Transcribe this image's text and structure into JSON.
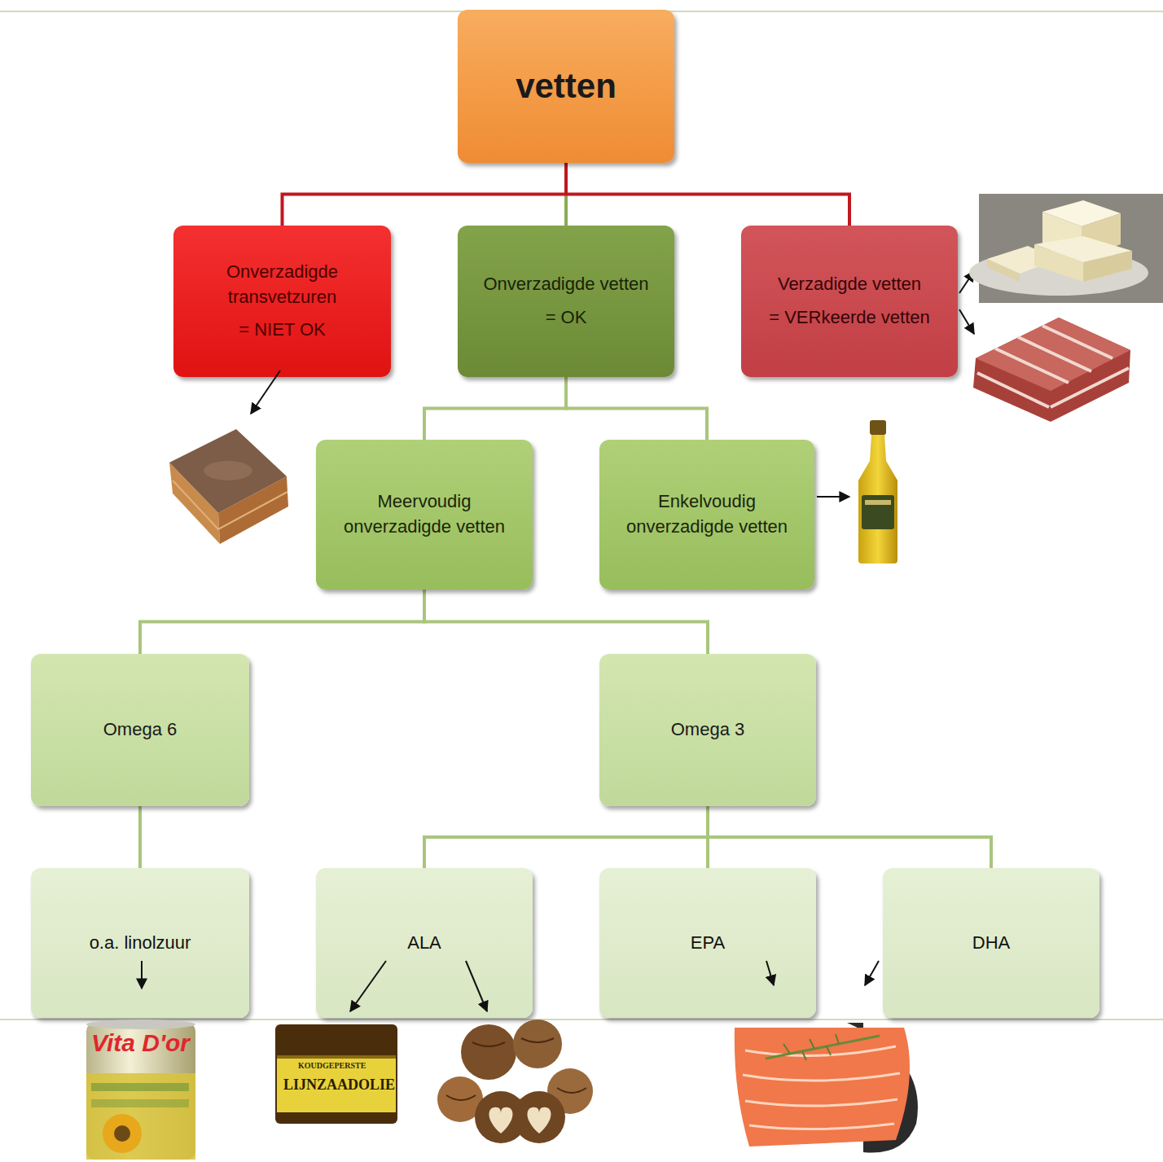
{
  "diagram": {
    "nodes": [
      {
        "text": [
          "vetten"
        ]
      },
      {
        "text": [
          "Onverzadigde transvetzuren",
          "= NIET OK"
        ]
      },
      {
        "text": [
          "Onverzadigde vetten",
          "= OK"
        ]
      },
      {
        "text": [
          "Verzadigde vetten",
          "= VERkeerde vetten"
        ]
      },
      {
        "text": [
          "Meervoudig onverzadigde vetten"
        ]
      },
      {
        "text": [
          "Enkelvoudig onverzadigde vetten"
        ]
      },
      {
        "text": [
          "Omega 6"
        ]
      },
      {
        "text": [
          "Omega 3"
        ]
      },
      {
        "text": [
          "o.a. linolzuur"
        ]
      },
      {
        "text": [
          "ALA"
        ]
      },
      {
        "text": [
          "EPA"
        ]
      },
      {
        "text": [
          "DHA"
        ]
      }
    ],
    "edges": [
      {
        "from": 0,
        "to": 1,
        "arrow": "none"
      },
      {
        "from": 0,
        "to": 2,
        "arrow": "none"
      },
      {
        "from": 0,
        "to": 3,
        "arrow": "none"
      },
      {
        "from": 2,
        "to": 4,
        "arrow": "none"
      },
      {
        "from": 2,
        "to": 5,
        "arrow": "none"
      },
      {
        "from": 4,
        "to": 6,
        "arrow": "none"
      },
      {
        "from": 4,
        "to": 7,
        "arrow": "none"
      },
      {
        "from": 6,
        "to": 8,
        "arrow": "none"
      },
      {
        "from": 7,
        "to": 9,
        "arrow": "none"
      },
      {
        "from": 7,
        "to": 10,
        "arrow": "none"
      },
      {
        "from": 7,
        "to": 11,
        "arrow": "none"
      }
    ],
    "labels": [
      "Vita D'or",
      "KOUDGEPERSTE",
      "LIJNZAADOLIE"
    ]
  }
}
